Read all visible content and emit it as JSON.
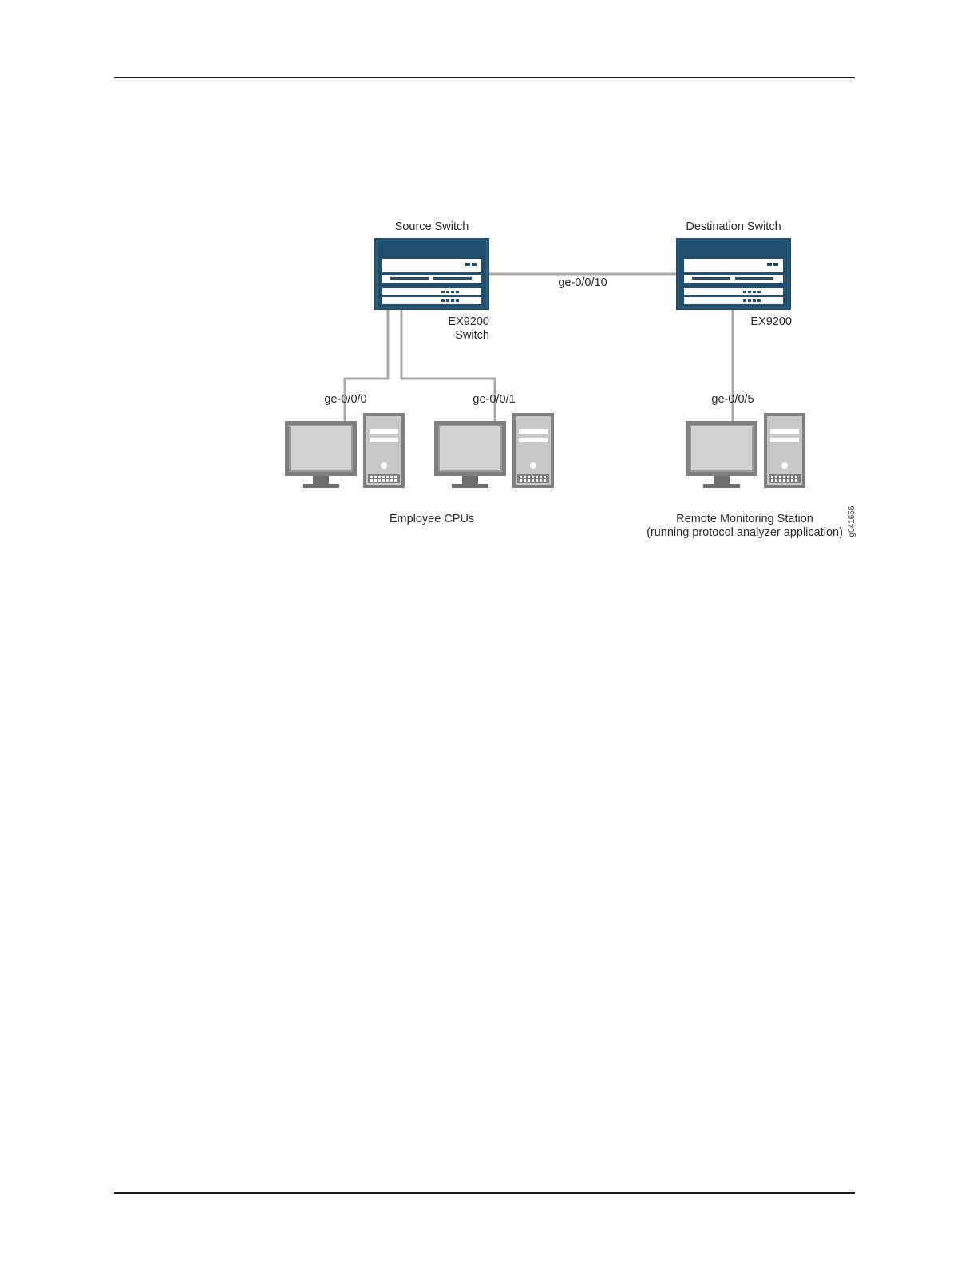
{
  "diagram": {
    "source_switch": {
      "title": "Source Switch",
      "model_line1": "EX9200",
      "model_line2": "Switch"
    },
    "destination_switch": {
      "title": "Destination Switch",
      "model": "EX9200"
    },
    "links": {
      "inter_switch": "ge-0/0/10",
      "port_a": "ge-0/0/0",
      "port_b": "ge-0/0/1",
      "port_c": "ge-0/0/5"
    },
    "groups": {
      "employees": "Employee CPUs",
      "monitor_line1": "Remote Monitoring Station",
      "monitor_line2": "(running protocol analyzer application)"
    },
    "figure_id": "g041656",
    "colors": {
      "switch_fill": "#1f4e6e",
      "link": "#a8a8a8",
      "device_gray": "#8a8a8a"
    }
  }
}
